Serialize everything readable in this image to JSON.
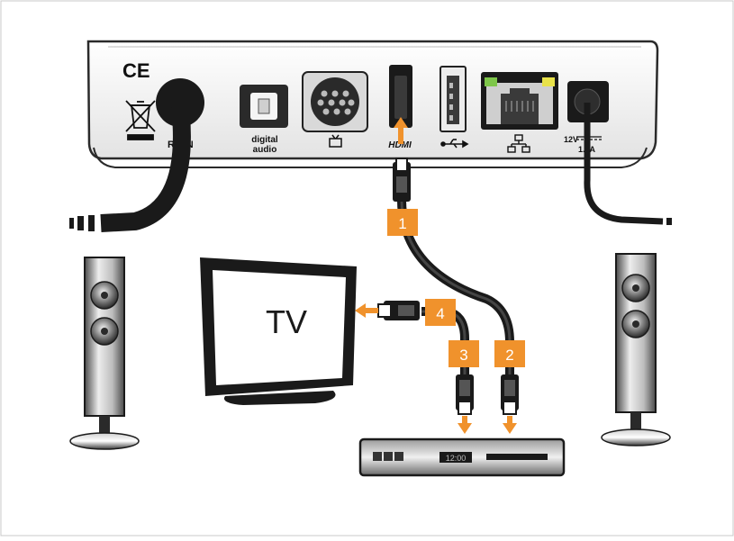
{
  "device": {
    "ce_mark": "CE",
    "rf_label": "RF IN",
    "optical_label_line1": "digital",
    "optical_label_line2": "audio",
    "hdmi_label": "HDMI",
    "power_label_line1": "12V",
    "power_label_line2": "1.5A"
  },
  "tv": {
    "label": "TV"
  },
  "recorder": {
    "display_time": "12:00"
  },
  "steps": [
    {
      "number": "1"
    },
    {
      "number": "2"
    },
    {
      "number": "3"
    },
    {
      "number": "4"
    }
  ],
  "colors": {
    "accent": "#f0922c",
    "dark": "#1a1a1a",
    "background": "#ffffff"
  }
}
